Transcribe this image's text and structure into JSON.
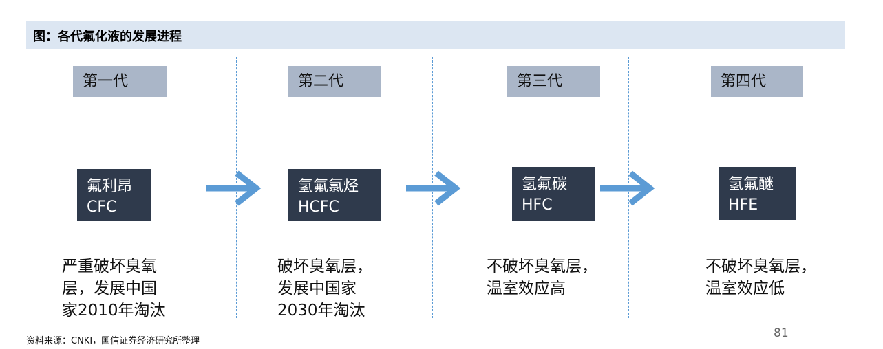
{
  "title": "图：各代氟化液的发展进程",
  "generations": [
    {
      "label": "第一代",
      "name_cn": "氟利昂",
      "name_en": "CFC",
      "desc": "严重破坏臭氧\n层，发展中国\n家2010年淘汰"
    },
    {
      "label": "第二代",
      "name_cn": "氢氟氯烃",
      "name_en": "HCFC",
      "desc": "破坏臭氧层，\n发展中国家\n2030年淘汰"
    },
    {
      "label": "第三代",
      "name_cn": "氢氟碳",
      "name_en": "HFC",
      "desc": "不破坏臭氧层，\n温室效应高"
    },
    {
      "label": "第四代",
      "name_cn": "氢氟醚",
      "name_en": "HFE",
      "desc": "不破坏臭氧层，\n温室效应低"
    }
  ],
  "source": "资料来源：CNKI，国信证券经济研究所整理",
  "page_number": "81",
  "colors": {
    "title_bg": "#dce6f2",
    "label_bg": "#aab6c8",
    "box_bg": "#2f3a4c",
    "arrow": "#5b9bd5",
    "divider": "#5b9bd5"
  }
}
